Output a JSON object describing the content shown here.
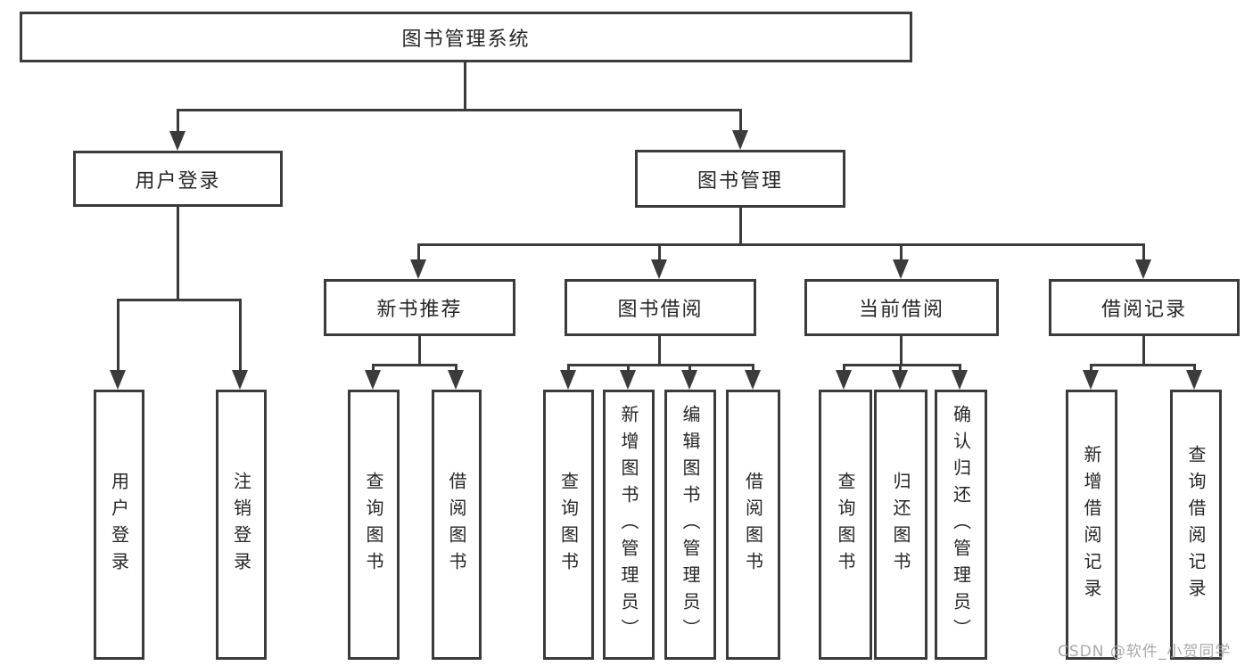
{
  "diagram": {
    "title": "图书管理系统",
    "root": {
      "label": "图书管理系统"
    },
    "branches": [
      {
        "label": "用户登录"
      },
      {
        "label": "图书管理"
      }
    ],
    "modules": [
      {
        "label": "新书推荐"
      },
      {
        "label": "图书借阅"
      },
      {
        "label": "当前借阅"
      },
      {
        "label": "借阅记录"
      }
    ],
    "leaves": [
      {
        "label": "用户登录"
      },
      {
        "label": "注销登录"
      },
      {
        "label": "查询图书"
      },
      {
        "label": "借阅图书"
      },
      {
        "label": "查询图书"
      },
      {
        "label": "新增图书（管理员）"
      },
      {
        "label": "编辑图书（管理员）"
      },
      {
        "label": "借阅图书"
      },
      {
        "label": "查询图书"
      },
      {
        "label": "归还图书"
      },
      {
        "label": "确认归还（管理员）"
      },
      {
        "label": "新增借阅记录"
      },
      {
        "label": "查询借阅记录"
      }
    ]
  },
  "watermark": {
    "text": "CSDN @软件_小贺同学"
  },
  "colors": {
    "line": "#3b3b3b",
    "text": "#262626",
    "watermark": "#a9a9a9",
    "background": "#ffffff"
  }
}
